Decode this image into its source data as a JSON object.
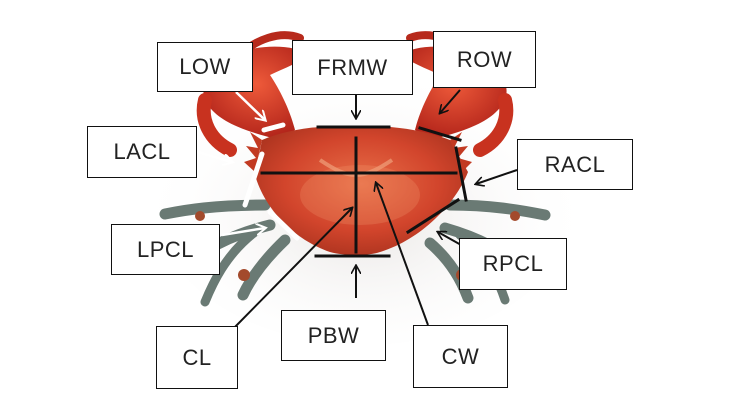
{
  "labels": {
    "low": "LOW",
    "frmw": "FRMW",
    "row": "ROW",
    "lacl": "LACL",
    "racl": "RACL",
    "lpcl": "LPCL",
    "rpcl": "RPCL",
    "cl": "CL",
    "pbw": "PBW",
    "cw": "CW"
  },
  "colors": {
    "carapace": "#d2452c",
    "claw": "#c92e1e",
    "leg": "#6f7f78",
    "measure_dark": "#111111",
    "measure_light": "#ffffff"
  }
}
